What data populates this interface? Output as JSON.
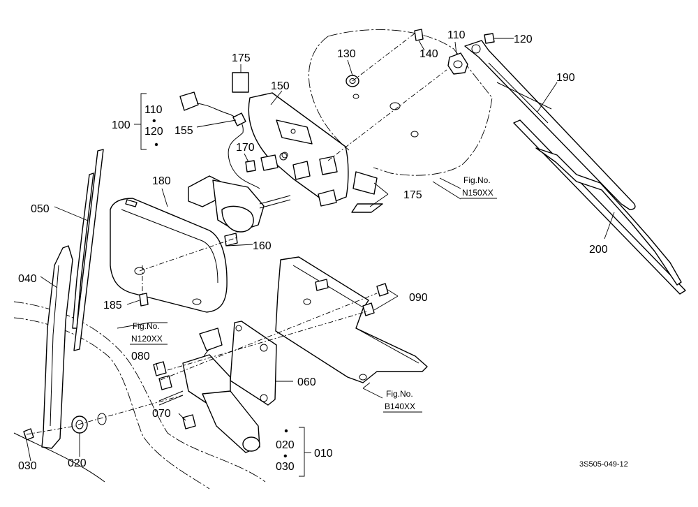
{
  "parts": {
    "p100": "100",
    "p110": "110",
    "p120": "120",
    "p110b": "110",
    "p120b": "120",
    "p130": "130",
    "p140": "140",
    "p150": "150",
    "p155": "155",
    "p160": "160",
    "p170": "170",
    "p175a": "175",
    "p175b": "175",
    "p180": "180",
    "p185": "185",
    "p190": "190",
    "p200": "200",
    "p010": "010",
    "p020a": "020",
    "p020b": "020",
    "p030a": "030",
    "p030b": "030",
    "p040": "040",
    "p050": "050",
    "p060": "060",
    "p070": "070",
    "p080": "080",
    "p090": "090"
  },
  "figure_refs": {
    "n150_title": "Fig.No.",
    "n150_code": "N150XX",
    "n120_title": "Fig.No.",
    "n120_code": "N120XX",
    "b140_title": "Fig.No.",
    "b140_code": "B140XX"
  },
  "drawing_code": "3S505-049-12",
  "group_dot": "•"
}
